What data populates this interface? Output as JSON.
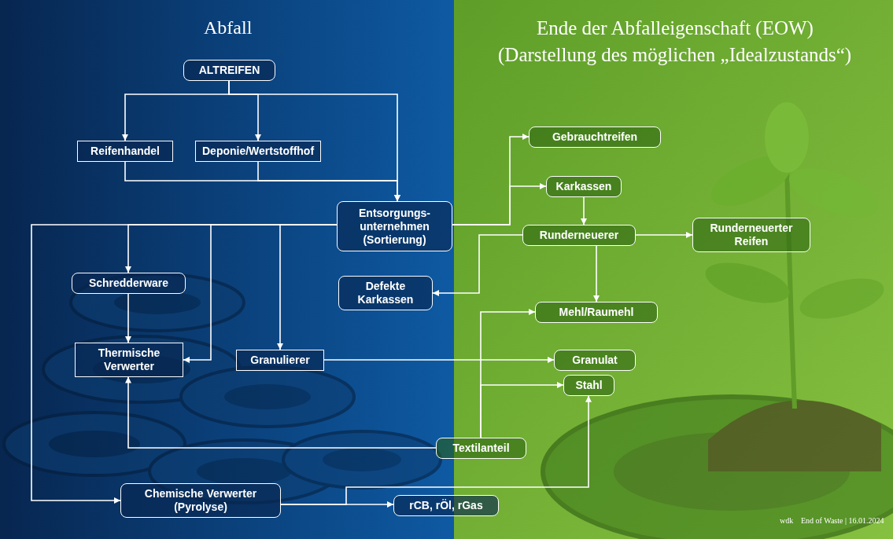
{
  "diagram": {
    "nodes": [
      {
        "text": [
          "ALTREIFEN"
        ]
      },
      {
        "text": [
          "Reifenhandel"
        ]
      },
      {
        "text": [
          "Deponie/Wertstoffhof"
        ]
      },
      {
        "text": [
          "Entsorgungs- unternehmen (Sortierung)"
        ]
      },
      {
        "text": [
          "Gebrauchtreifen"
        ]
      },
      {
        "text": [
          "Karkassen"
        ]
      },
      {
        "text": [
          "Runderneuerer"
        ]
      },
      {
        "text": [
          "Runderneuerter Reifen"
        ]
      },
      {
        "text": [
          "Schredderware"
        ]
      },
      {
        "text": [
          "Defekte Karkassen"
        ]
      },
      {
        "text": [
          "Mehl/Raumehl"
        ]
      },
      {
        "text": [
          "Thermische Verwerter"
        ]
      },
      {
        "text": [
          "Granulierer"
        ]
      },
      {
        "text": [
          "Granulat"
        ]
      },
      {
        "text": [
          "Stahl"
        ]
      },
      {
        "text": [
          "Textilanteil"
        ]
      },
      {
        "text": [
          "Chemische Verwerter (Pyrolyse)"
        ]
      },
      {
        "text": [
          "rCB, rÖl, rGas"
        ]
      }
    ],
    "edges": [
      {
        "from": 0,
        "to": 1,
        "arrow": "to"
      },
      {
        "from": 0,
        "to": 2,
        "arrow": "to"
      },
      {
        "from": 0,
        "to": 3,
        "arrow": "to"
      },
      {
        "from": 1,
        "to": 3,
        "arrow": "to"
      },
      {
        "from": 2,
        "to": 3,
        "arrow": "to"
      },
      {
        "from": 3,
        "to": 4,
        "arrow": "to"
      },
      {
        "from": 3,
        "to": 5,
        "arrow": "to"
      },
      {
        "from": 6,
        "to": 9,
        "arrow": "to"
      },
      {
        "from": 5,
        "to": 6,
        "arrow": "to"
      },
      {
        "from": 6,
        "to": 7,
        "arrow": "to"
      },
      {
        "from": 6,
        "to": 10,
        "arrow": "to"
      },
      {
        "from": 3,
        "to": 8,
        "arrow": "to"
      },
      {
        "from": 3,
        "to": 11,
        "arrow": "to"
      },
      {
        "from": 3,
        "to": 12,
        "arrow": "to"
      },
      {
        "from": 3,
        "to": 16,
        "arrow": "to"
      },
      {
        "from": 8,
        "to": 11,
        "arrow": "to"
      },
      {
        "from": 12,
        "to": 13,
        "arrow": "to"
      },
      {
        "from": 15,
        "to": 11,
        "arrow": "to"
      },
      {
        "from": 15,
        "to": 10,
        "arrow": "to"
      },
      {
        "from": 15,
        "to": 14,
        "arrow": "to"
      },
      {
        "from": 16,
        "to": 17,
        "arrow": "to"
      },
      {
        "from": 16,
        "to": 14,
        "arrow": "to"
      }
    ],
    "labels": [
      "Abfall",
      "Ende der Abfalleigenschaft (EOW)",
      "(Darstellung des möglichen „Idealzustands“)",
      "wdk",
      "End of Waste | 16.01.2024"
    ]
  }
}
